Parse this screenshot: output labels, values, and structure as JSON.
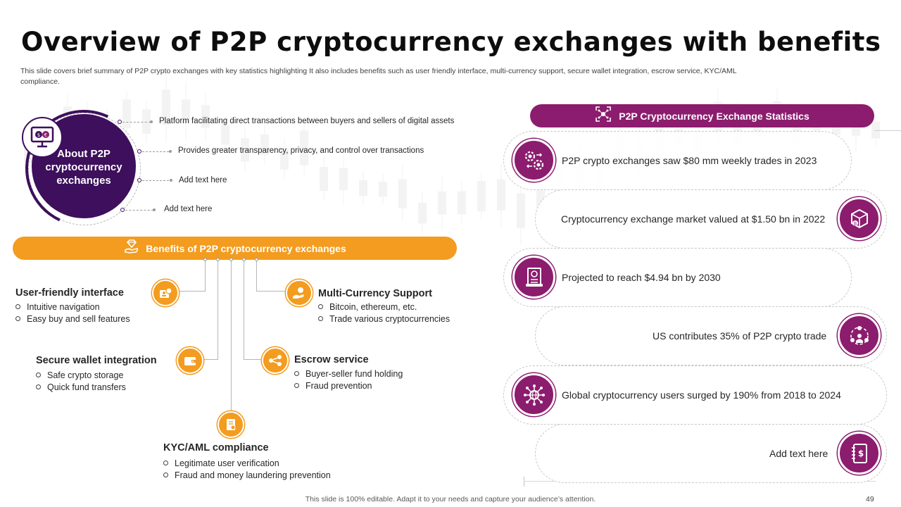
{
  "slide": {
    "title": "Overview of P2P cryptocurrency exchanges with benefits",
    "subtitle": "This slide covers brief summary of P2P crypto exchanges with key statistics highlighting It also includes benefits such as user friendly interface, multi-currency support, secure wallet integration, escrow service, KYC/AML compliance.",
    "footer": "This slide is 100% editable. Adapt it to your needs and capture your audience’s attention.",
    "page_number": "49"
  },
  "about": {
    "title": "About P2P cryptocurrency exchanges",
    "icon": "monitor-exchange-icon",
    "points": [
      "Platform facilitating direct transactions between buyers and sellers of digital assets",
      "Provides greater transparency, privacy, and control over transactions",
      "Add text here",
      "Add text here"
    ]
  },
  "benefits": {
    "title": "Benefits of P2P cryptocurrency exchanges",
    "icon": "diamond-hand-icon",
    "items": [
      {
        "title": "User-friendly interface",
        "icon": "user-screen-icon",
        "points": [
          "Intuitive navigation",
          "Easy buy and sell features"
        ]
      },
      {
        "title": "Multi-Currency Support",
        "icon": "hand-coins-icon",
        "points": [
          "Bitcoin, ethereum, etc.",
          "Trade various cryptocurrencies"
        ]
      },
      {
        "title": "Secure wallet integration",
        "icon": "wallet-icon",
        "points": [
          "Safe crypto storage",
          "Quick fund transfers"
        ]
      },
      {
        "title": "Escrow service",
        "icon": "escrow-transfer-icon",
        "points": [
          "Buyer-seller fund holding",
          "Fraud prevention"
        ]
      },
      {
        "title": "KYC/AML compliance",
        "icon": "document-check-icon",
        "points": [
          "Legitimate user verification",
          "Fraud and money laundering prevention"
        ]
      }
    ]
  },
  "stats": {
    "title": "P2P Cryptocurrency Exchange Statistics",
    "icon": "network-scan-icon",
    "items": [
      {
        "text": "P2P crypto exchanges saw $80 mm weekly trades in 2023",
        "icon": "gears-coins-icon"
      },
      {
        "text": "Cryptocurrency exchange market valued at $1.50 bn in 2022",
        "icon": "crypto-cube-icon"
      },
      {
        "text": "Projected to reach $4.94 bn by 2030",
        "icon": "certificate-icon"
      },
      {
        "text": "US contributes 35% of P2P crypto trade",
        "icon": "network-people-icon"
      },
      {
        "text": "Global cryptocurrency users surged by 190% from 2018 to 2024",
        "icon": "global-network-icon"
      },
      {
        "text": "Add text here",
        "icon": "notebook-dollar-icon"
      }
    ]
  },
  "colors": {
    "purple_dark": "#3d0f5c",
    "magenta": "#8c1c6e",
    "orange": "#f39c1f"
  }
}
